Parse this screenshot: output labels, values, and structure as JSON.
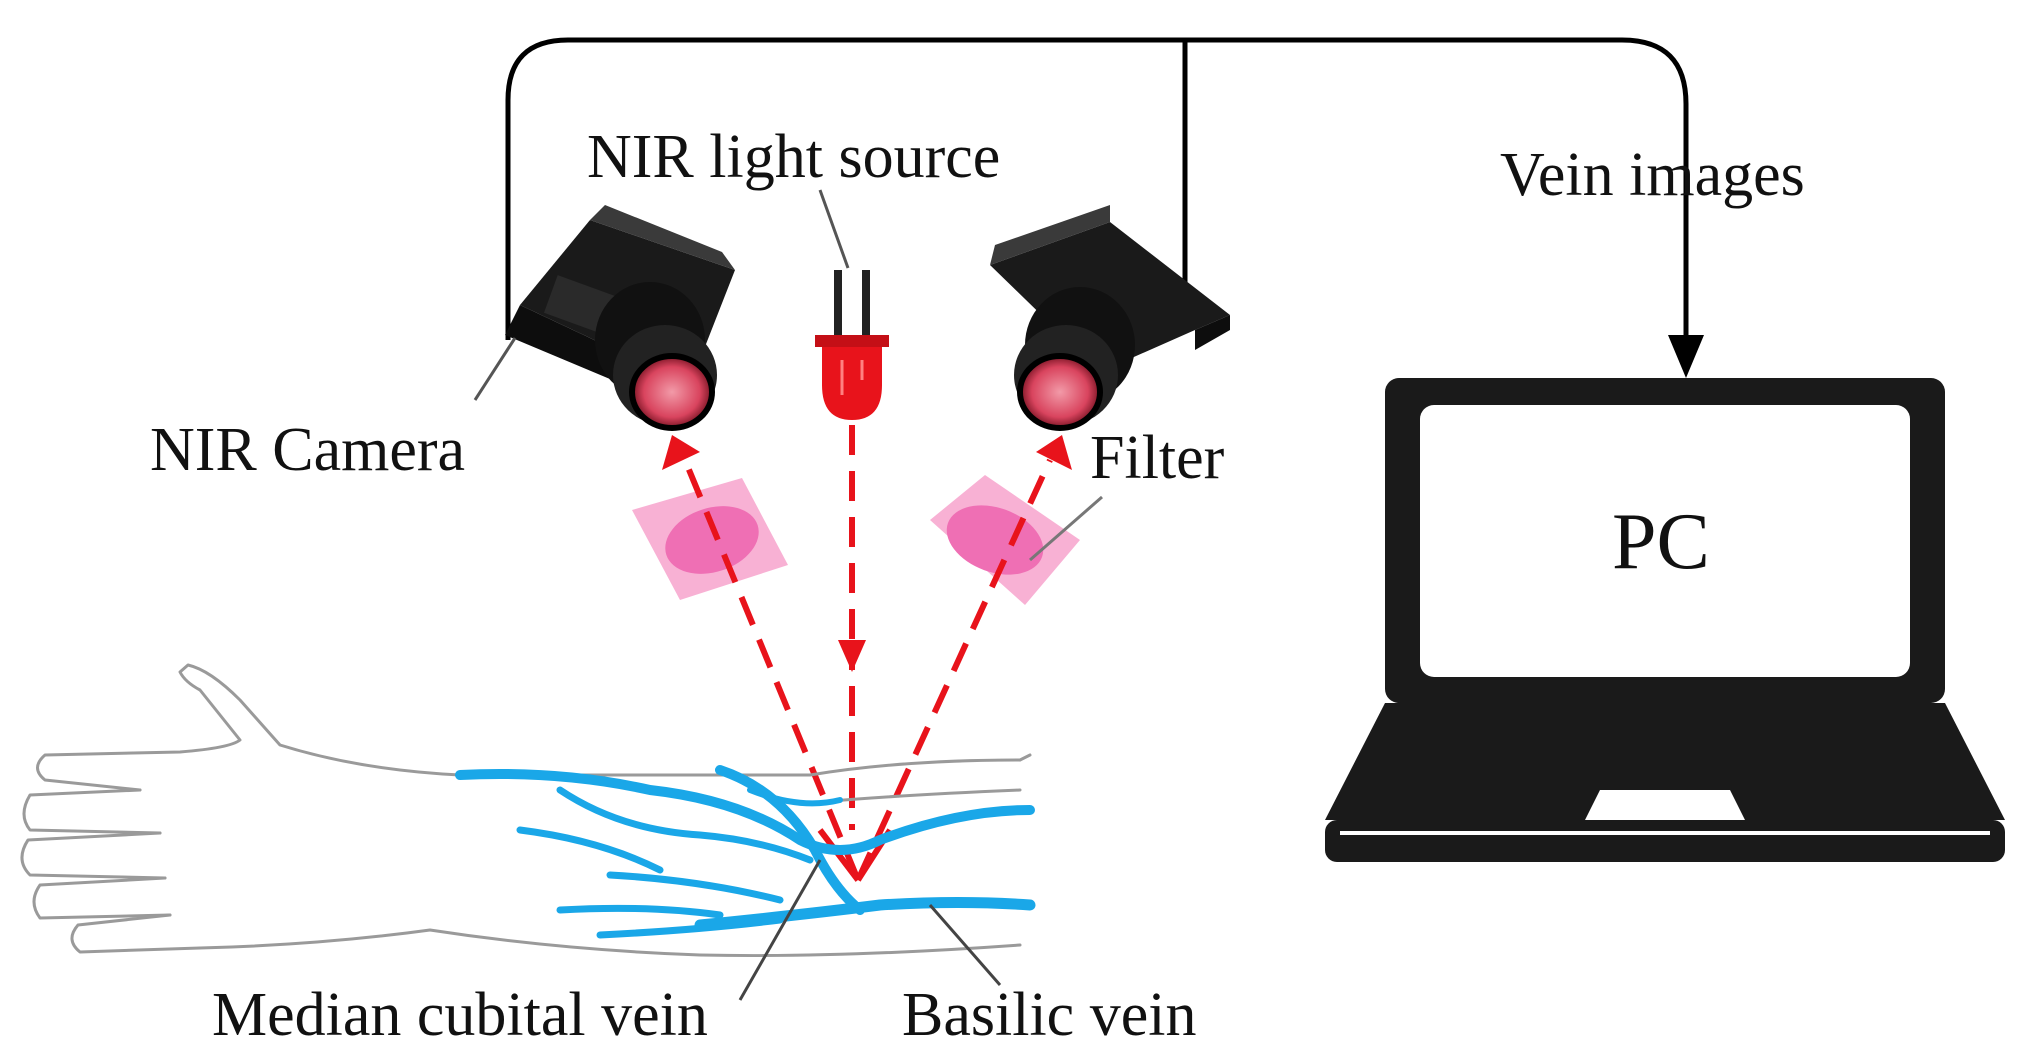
{
  "labels": {
    "nir_light_source": "NIR light source",
    "vein_images": "Vein images",
    "nir_camera": "NIR Camera",
    "filter": "Filter",
    "pc": "PC",
    "median_cubital_vein": "Median cubital vein",
    "basilic_vein": "Basilic vein"
  },
  "colors": {
    "device": "#1a1a1a",
    "wire": "#000000",
    "nir_beam": "#e8131b",
    "filter_fill": "#f7a9cf",
    "filter_core": "#ef6fb4",
    "lens": "#d9445e",
    "vein": "#1aa7e8",
    "arm_outline": "#9a9a9a"
  },
  "icons": {
    "left_camera": "nir-camera-icon",
    "right_camera": "nir-camera-icon",
    "light_source": "led-icon",
    "computer": "laptop-icon",
    "limb": "forearm-hand-illustration"
  }
}
